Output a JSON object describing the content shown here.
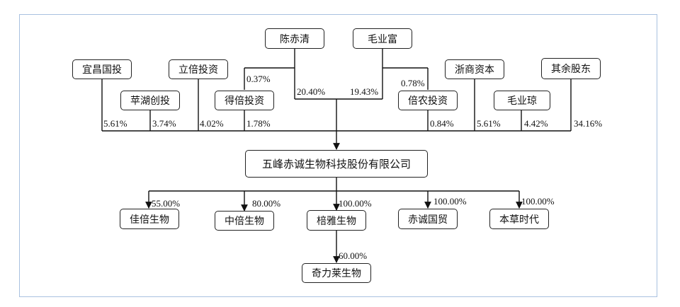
{
  "company": {
    "name": "五峰赤诚生物科技股份有限公司"
  },
  "shareholders": [
    {
      "name": "陈赤清",
      "pct": "20.40%"
    },
    {
      "name": "毛业富",
      "pct": "19.43%"
    },
    {
      "name": "宜昌国投",
      "pct": "5.61%"
    },
    {
      "name": "立倍投资",
      "pct": "4.02%"
    },
    {
      "name": "苹湖创投",
      "pct": "3.74%"
    },
    {
      "name": "得倍投资",
      "pct": "1.78%"
    },
    {
      "name": "倍农投资",
      "pct": "0.84%"
    },
    {
      "name": "浙商资本",
      "pct": "5.61%"
    },
    {
      "name": "毛业琼",
      "pct": "4.42%"
    },
    {
      "name": "其余股东",
      "pct": "34.16%"
    }
  ],
  "cross_holdings": {
    "chen_to_debei": "0.37%",
    "mao_to_beinong": "0.78%"
  },
  "subsidiaries": [
    {
      "name": "佳倍生物",
      "pct": "55.00%"
    },
    {
      "name": "中倍生物",
      "pct": "80.00%"
    },
    {
      "name": "棓雅生物",
      "pct": "100.00%"
    },
    {
      "name": "赤诚国贸",
      "pct": "100.00%"
    },
    {
      "name": "本草时代",
      "pct": "100.00%"
    }
  ],
  "sub_subsidiary": {
    "name": "奇力莱生物",
    "pct": "60.00%"
  }
}
